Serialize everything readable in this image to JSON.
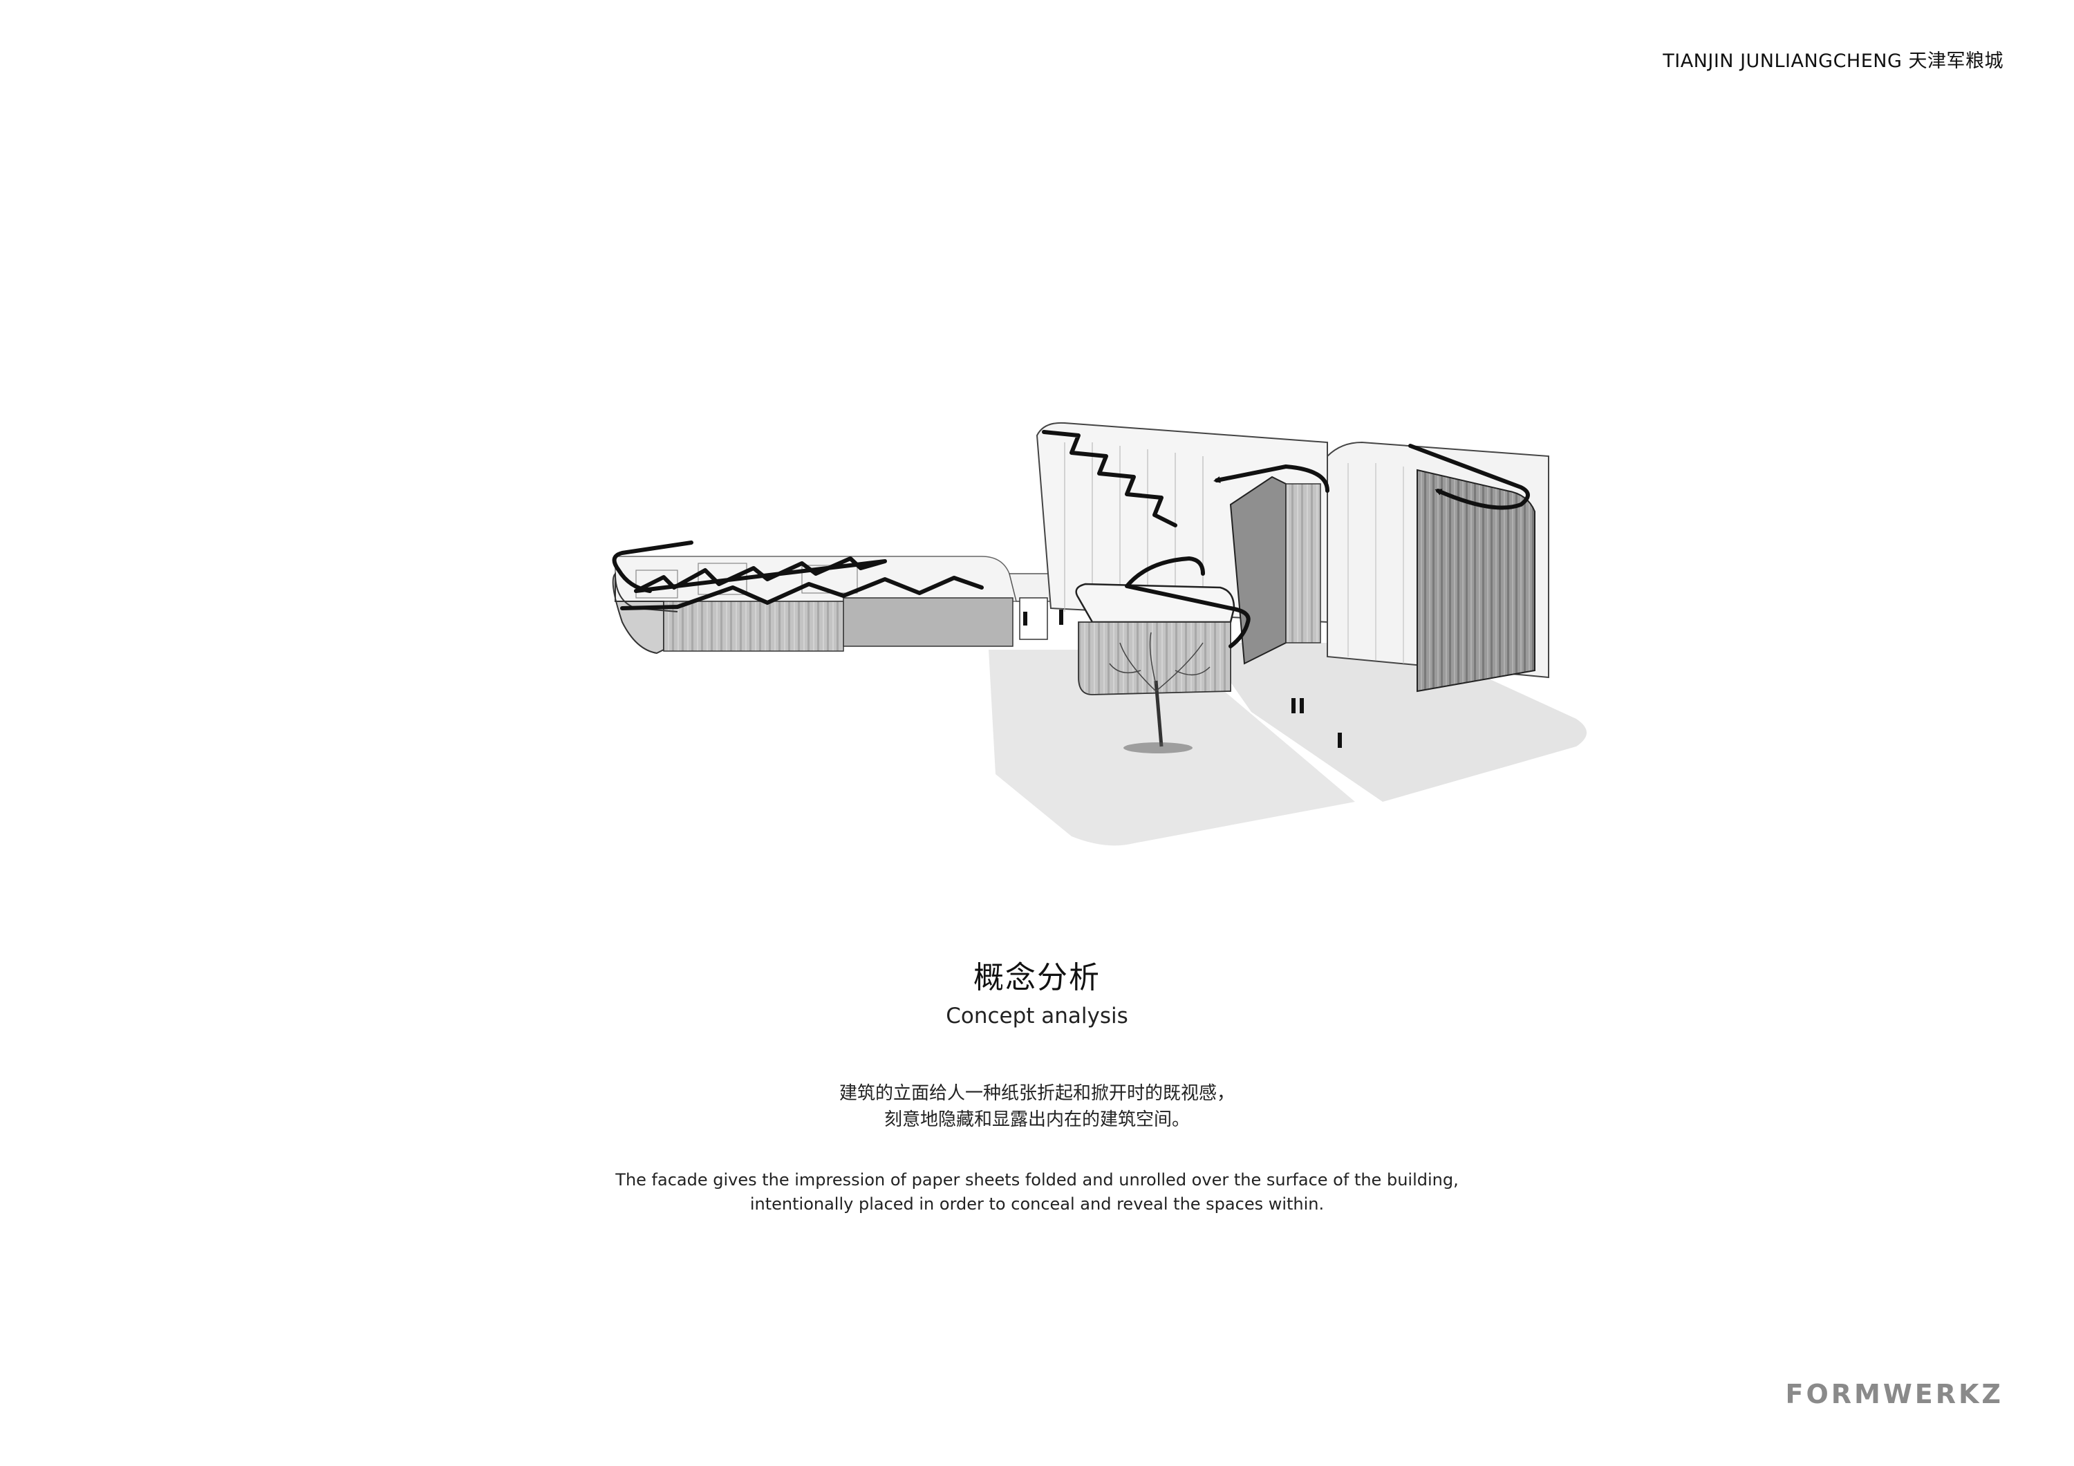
{
  "header": {
    "title": "TIANJIN JUNLIANGCHENG 天津军粮城"
  },
  "diagram": {
    "type": "axonometric building concept diagram",
    "colors": {
      "ground": "#e6e6e6",
      "facade": "#bdbdbd",
      "facade_dark": "#8c8c8c",
      "glass": "#f4f4f4",
      "line": "#2a2a2a",
      "arrow": "#111111"
    }
  },
  "section": {
    "title_zh": "概念分析",
    "title_en": "Concept analysis",
    "description_zh": [
      "建筑的立面给人一种纸张折起和掀开时的既视感，",
      "刻意地隐藏和显露出内在的建筑空间。"
    ],
    "description_en": [
      "The facade gives the impression of paper sheets folded and unrolled over the surface of the building,",
      "intentionally placed in order to conceal and reveal the spaces within."
    ]
  },
  "brand": {
    "logo_text": "FORMWERKZ"
  }
}
